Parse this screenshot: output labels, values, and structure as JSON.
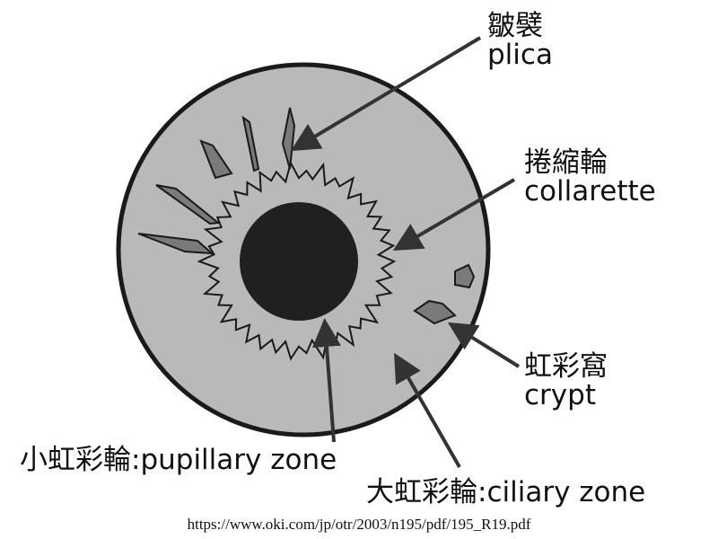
{
  "labels": {
    "plica": {
      "ja": "皺襞",
      "en": "plica"
    },
    "collarette": {
      "ja": "捲縮輪",
      "en": "collarette"
    },
    "crypt": {
      "ja": "虹彩窩",
      "en": "crypt"
    },
    "pupillary_zone": "小虹彩輪:pupillary zone",
    "ciliary_zone": "大虹彩輪:ciliary zone"
  },
  "source_url": "https://www.oki.com/jp/otr/2003/n195/pdf/195_R19.pdf",
  "colors": {
    "iris_fill": "#b9b9b9",
    "outline": "#1a1a1a",
    "pupil": "#202020",
    "arrow": "#333333",
    "feature": "#7a7a7a"
  }
}
